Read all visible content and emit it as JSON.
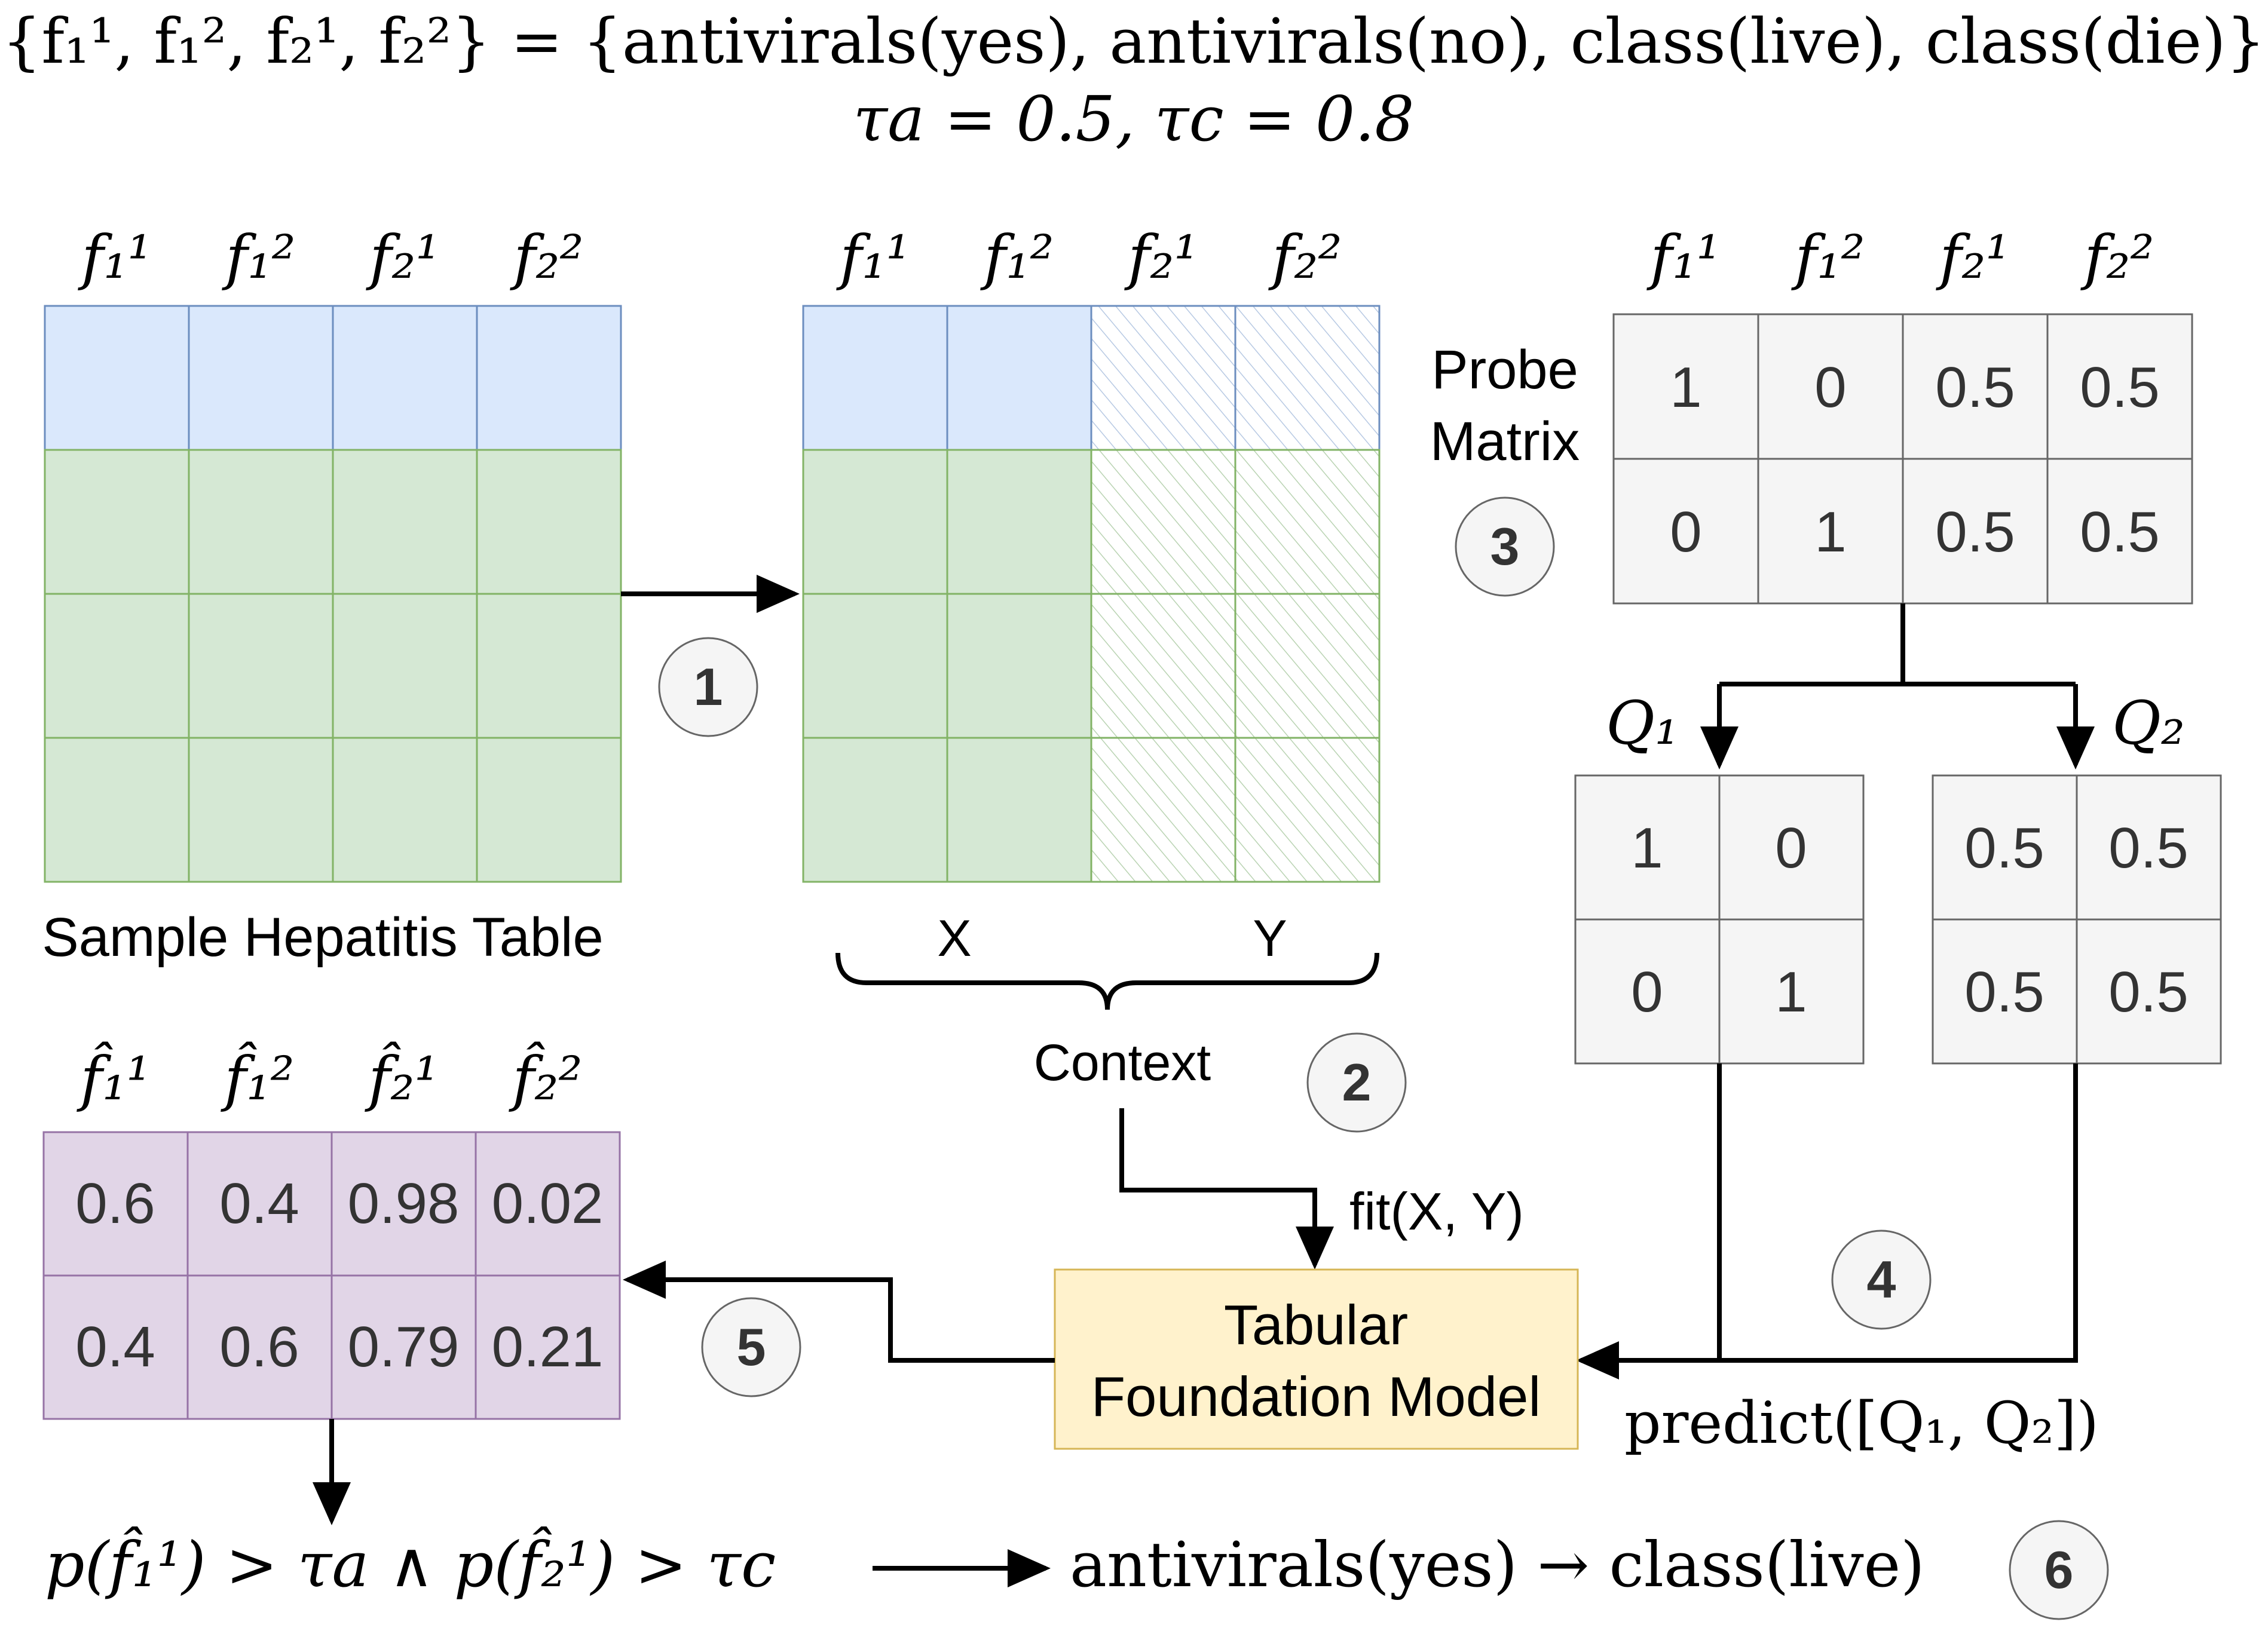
{
  "header": {
    "definition_line": "{f₁¹, f₁², f₂¹, f₂²} = {antivirals(yes), antivirals(no), class(live), class(die)}",
    "threshold_line": "τa = 0.5, τc = 0.8"
  },
  "feature_headers": [
    "f₁¹",
    "f₁²",
    "f₂¹",
    "f₂²"
  ],
  "predicted_headers": [
    "f̂₁¹",
    "f̂₁²",
    "f̂₂¹",
    "f̂₂²"
  ],
  "sample_table_label": "Sample Hepatitis Table",
  "context_labels": {
    "x": "X",
    "y": "Y",
    "context": "Context"
  },
  "probe": {
    "label_line1": "Probe",
    "label_line2": "Matrix",
    "rows": [
      [
        "1",
        "0",
        "0.5",
        "0.5"
      ],
      [
        "0",
        "1",
        "0.5",
        "0.5"
      ]
    ]
  },
  "queries": [
    {
      "label": "Q₁",
      "rows": [
        [
          "1",
          "0"
        ],
        [
          "0",
          "1"
        ]
      ]
    },
    {
      "label": "Q₂",
      "rows": [
        [
          "0.5",
          "0.5"
        ],
        [
          "0.5",
          "0.5"
        ]
      ]
    }
  ],
  "model": {
    "line1": "Tabular",
    "line2": "Foundation Model"
  },
  "calls": {
    "fit": "fit(X, Y)",
    "predict": "predict([Q₁, Q₂])"
  },
  "predictions": {
    "rows": [
      [
        "0.6",
        "0.4",
        "0.98",
        "0.02"
      ],
      [
        "0.4",
        "0.6",
        "0.79",
        "0.21"
      ]
    ]
  },
  "rule": {
    "condition": "p(f̂₁¹) > τa ∧ p(f̂₂¹) > τc",
    "conclusion": "antivirals(yes) → class(live)"
  },
  "steps": [
    "1",
    "2",
    "3",
    "4",
    "5",
    "6"
  ],
  "colors": {
    "header_row_fill": "#dae8fc",
    "header_row_stroke": "#6c8ebf",
    "body_fill": "#d5e8d4",
    "body_stroke": "#82b366",
    "probe_fill": "#f5f5f5",
    "probe_stroke": "#666666",
    "model_fill": "#fff2cc",
    "model_stroke": "#d6b656",
    "pred_fill": "#e1d5e7",
    "pred_stroke": "#9673a6"
  }
}
